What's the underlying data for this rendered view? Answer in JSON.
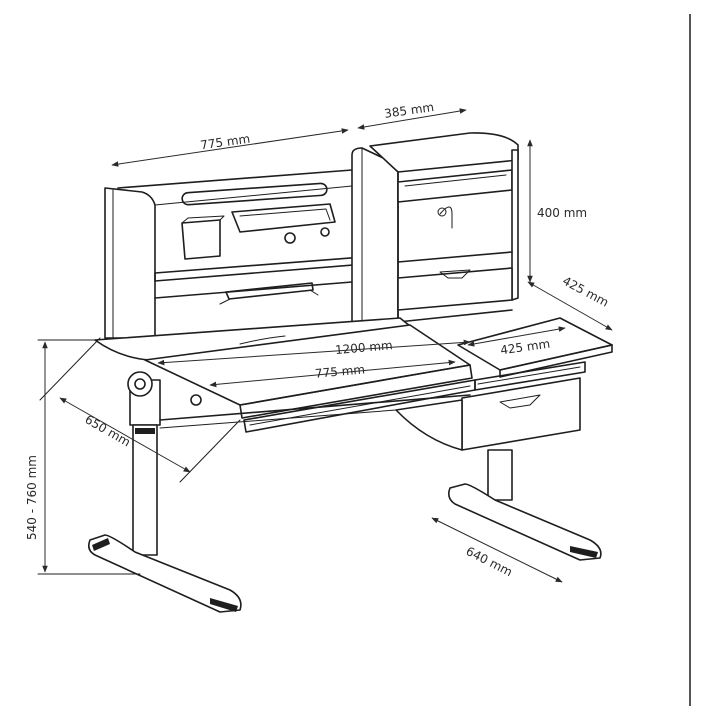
{
  "dimensions": {
    "top_shelf_width": "775 mm",
    "side_shelf_width": "385 mm",
    "shelf_height": "400 mm",
    "side_depth": "425 mm",
    "side_top_width": "425 mm",
    "desk_width": "1200 mm",
    "main_top_width": "775 mm",
    "desk_depth": "650 mm",
    "height_range": "540 - 760 mm",
    "base_depth": "640 mm"
  },
  "colors": {
    "line": "#1e1e1e",
    "background": "#ffffff"
  }
}
